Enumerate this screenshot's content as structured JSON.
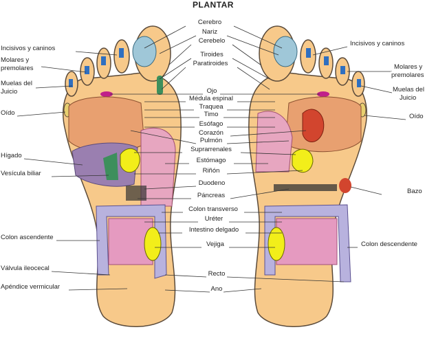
{
  "title": "PLANTAR",
  "center_labels": {
    "cerebro": "Cerebro",
    "nariz": "Nariz",
    "cerebelo": "Cerebelo",
    "tiroides": "Tiroides",
    "paratiroides": "Paratiroides",
    "ojo": "Ojo",
    "medula": "Médula espinal",
    "traquea": "Traquea",
    "timo": "Timo",
    "esofago": "Esófago",
    "corazon": "Corazón",
    "pulmon": "Pulmón",
    "suprarrenales": "Suprarrenales",
    "estomago": "Estómago",
    "rinon": "Riñón",
    "duodeno": "Duodeno",
    "pancreas": "Páncreas",
    "colon_transverso": "Colon transverso",
    "ureter": "Uréter",
    "intestino": "Intestino delgado",
    "vejiga": "Vejiga",
    "recto": "Recto",
    "ano": "Ano"
  },
  "left_labels": {
    "incisivos": "Incisivos y caninos",
    "molares_1": "Molares y",
    "molares_2": "premolares",
    "muelas_1": "Muelas del",
    "muelas_2": "Juicio",
    "oido": "Oído",
    "higado": "Hígado",
    "vesicula": "Vesícula biliar",
    "colon_ascendente": "Colon ascendente",
    "valvula": "Válvula ileocecal",
    "apendice": "Apéndice vermicular"
  },
  "right_labels": {
    "incisivos": "Incisivos y caninos",
    "molares_1": "Molares y",
    "molares_2": "premolares",
    "muelas_1": "Muelas del",
    "muelas_2": "Juicio",
    "oido": "Oído",
    "bazo": "Bazo",
    "colon_descendente": "Colon descendente"
  },
  "colors": {
    "skin": "#f7c98a",
    "outline": "#5a4a3a",
    "brain": "#9fc7d8",
    "lung": "#e8a070",
    "liver": "#9a7fb0",
    "stomach": "#e7a6c0",
    "kidney": "#f2ee1a",
    "colon": "#b8b2de",
    "intestine": "#e59ac0",
    "heart": "#d2452e",
    "green": "#3d8f5c"
  }
}
